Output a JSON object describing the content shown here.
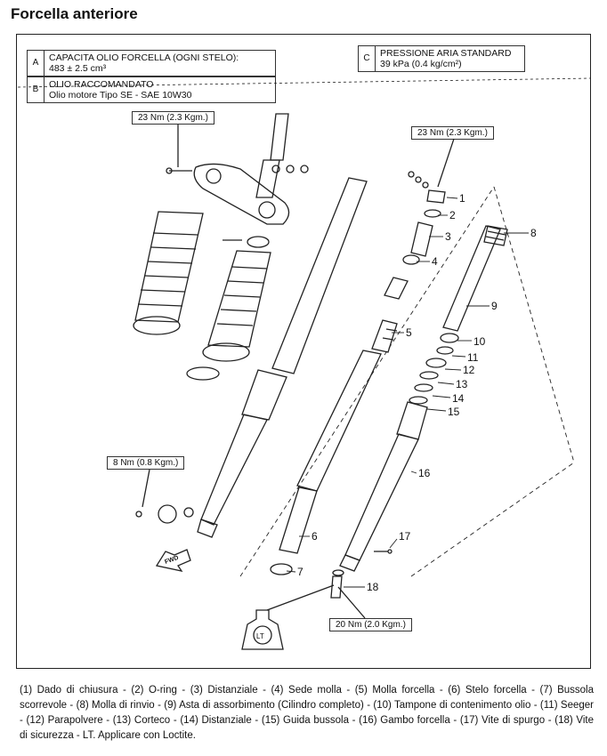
{
  "title": "Forcella anteriore",
  "specs": {
    "a": {
      "letter": "A",
      "line1": "CAPACITA OLIO FORCELLA (OGNI STELO):",
      "line2": "483 ± 2.5 cm³"
    },
    "b": {
      "letter": "B",
      "line1": "OLIO RACCOMANDATO",
      "line2": "Olio motore Tipo SE - SAE 10W30"
    },
    "c": {
      "letter": "C",
      "line1": "PRESSIONE ARIA STANDARD",
      "line2": "39 kPa (0.4 kg/cm²)"
    }
  },
  "torques": {
    "top_left": "23 Nm (2.3 Kgm.)",
    "top_right": "23 Nm (2.3 Kgm.)",
    "bottom_left": "8 Nm (0.8 Kgm.)",
    "bottom_center": "20 Nm (2.0 Kgm.)"
  },
  "part_numbers": [
    "1",
    "2",
    "3",
    "4",
    "5",
    "6",
    "7",
    "8",
    "9",
    "10",
    "11",
    "12",
    "13",
    "14",
    "15",
    "16",
    "17",
    "18"
  ],
  "fwd_label": "FWD",
  "lt_label": "LT",
  "caption": "(1) Dado di chiusura - (2) O-ring - (3) Distanziale - (4) Sede molla - (5) Molla forcella - (6) Stelo forcella - (7) Bussola scorrevole - (8) Molla di rinvio - (9) Asta di assorbimento (Cilindro completo) - (10) Tampone di contenimento olio - (11) Seeger - (12) Parapolvere - (13) Corteco - (14) Distanziale - (15) Guida bussola - (16) Gambo forcella - (17) Vite di spurgo - (18) Vite di sicurezza - LT. Applicare con Loctite."
}
